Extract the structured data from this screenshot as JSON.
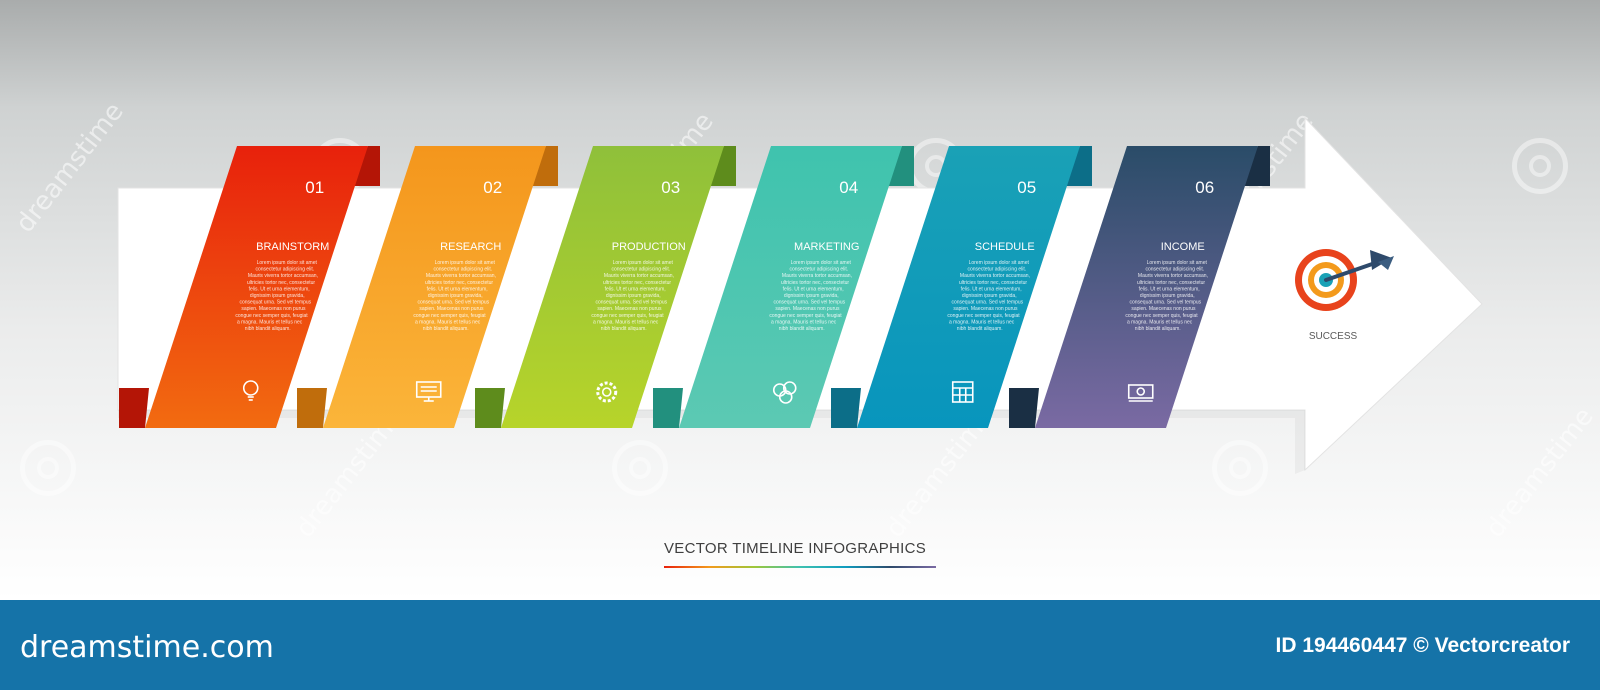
{
  "steps": [
    {
      "number": "01",
      "title": "BRAINSTORM",
      "icon": "lightbulb-icon",
      "color_top": "#e8210c",
      "color_bottom": "#f26b10",
      "color_fold": "#b41506"
    },
    {
      "number": "02",
      "title": "RESEARCH",
      "icon": "monitor-icon",
      "color_top": "#f4961c",
      "color_bottom": "#fbb53a",
      "color_fold": "#c06d0c"
    },
    {
      "number": "03",
      "title": "PRODUCTION",
      "icon": "gear-icon",
      "color_top": "#8fc03a",
      "color_bottom": "#b7d42a",
      "color_fold": "#5e8c1c"
    },
    {
      "number": "04",
      "title": "MARKETING",
      "icon": "money-icon",
      "color_top": "#3fc3ae",
      "color_bottom": "#5cc9b3",
      "color_fold": "#22907e"
    },
    {
      "number": "05",
      "title": "SCHEDULE",
      "icon": "calendar-icon",
      "color_top": "#1aa1b6",
      "color_bottom": "#0895bd",
      "color_fold": "#0c6e88"
    },
    {
      "number": "06",
      "title": "INCOME",
      "icon": "cash-icon",
      "color_top": "#2a4c68",
      "color_bottom": "#7a6aa3",
      "color_fold": "#1a2f44"
    }
  ],
  "success": {
    "label": "SUCCESS",
    "icon": "target-dart-icon"
  },
  "footer_title": "VECTOR TIMELINE INFOGRAPHICS",
  "watermark": {
    "brand": "dreamstime.com",
    "text": "dreamstime",
    "id_line": "ID 194460447 © Vectorcreator"
  }
}
